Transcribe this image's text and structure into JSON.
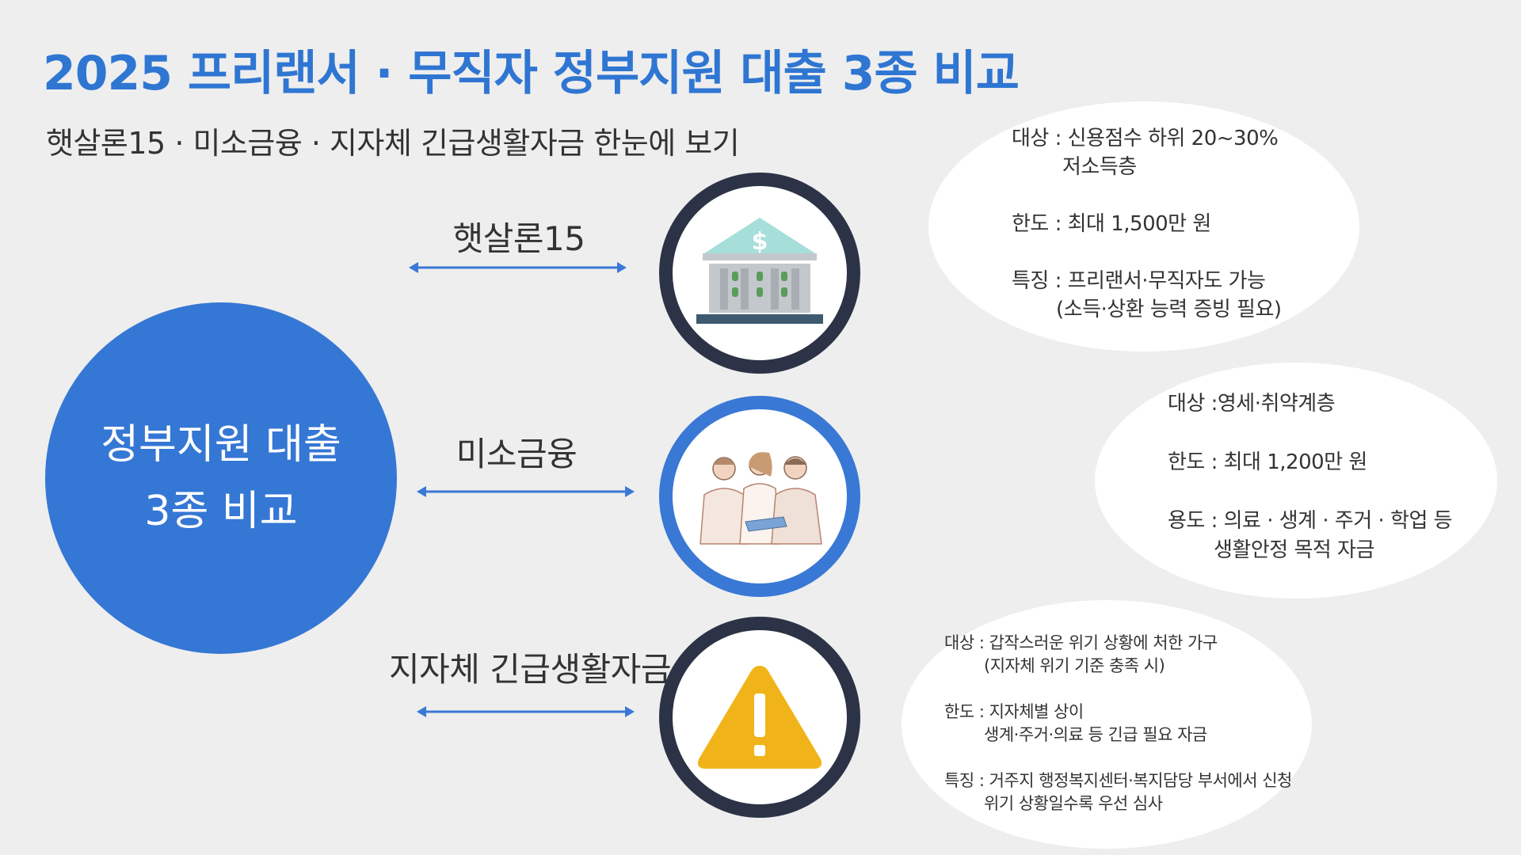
{
  "title": "2025 프리랜서 · 무직자 정부지원 대출 3종 비교",
  "subtitle": "햇살론15 · 미소금융 ·  지자체 긴급생활자금 한눈에 보기",
  "center": {
    "line1": "정부지원 대출",
    "line2": "3종 비교"
  },
  "items": [
    {
      "label": "햇살론15",
      "icon": "bank-icon",
      "info": [
        {
          "head": "대상 : 신용점수 하위 20~30%",
          "cont": "저소득층"
        },
        {
          "head": "한도 : 최대 1,500만 원",
          "cont": ""
        },
        {
          "head": "특징 : 프리랜서·무직자도 가능",
          "cont": "(소득·상환 능력 증빙 필요)"
        }
      ]
    },
    {
      "label": "미소금융",
      "icon": "people-icon",
      "info": [
        {
          "head": "대상 :영세·취약계층",
          "cont": ""
        },
        {
          "head": "한도 : 최대 1,200만 원",
          "cont": ""
        },
        {
          "head": "용도 : 의료 · 생계 · 주거 · 학업 등",
          "cont": "생활안정 목적 자금"
        }
      ]
    },
    {
      "label": "지자체 긴급생활자금",
      "icon": "warning-icon",
      "info": [
        {
          "head": "대상 : 갑작스러운 위기 상황에 처한 가구",
          "cont": "(지자체 위기 기준 충족 시)"
        },
        {
          "head": "한도 : 지자체별 상이",
          "cont": "생계·주거·의료 등 긴급 필요 자금"
        },
        {
          "head": "특징 : 거주지 행정복지센터·복지담당 부서에서 신청",
          "cont": "위기 상황일수록 우선 심사"
        }
      ]
    }
  ],
  "colors": {
    "accent": "#2f76d2",
    "circle": "#3577d4",
    "ring_dark": "#2c3346",
    "ring_blue": "#3a78d6",
    "warning": "#f0b41a"
  }
}
